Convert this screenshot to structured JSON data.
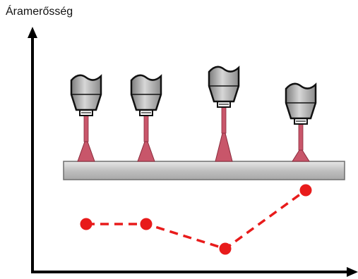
{
  "diagram": {
    "y_axis_label": "Áramerősség",
    "colors": {
      "axis": "#000000",
      "plate": "#bdbdbd",
      "torch": "#b9b9b9",
      "electrode": "#c8566a",
      "arc": "#c8566a",
      "curve": "#e81b1b",
      "points": "#e81b1b"
    },
    "chart_data": {
      "type": "line",
      "x": [
        1,
        2,
        3,
        4
      ],
      "y": [
        2,
        2,
        1,
        3
      ],
      "style": "dashed line with markers"
    },
    "torches": [
      {
        "id": "torch-1",
        "arc_length": 2
      },
      {
        "id": "torch-2",
        "arc_length": 2
      },
      {
        "id": "torch-3",
        "arc_length": 3
      },
      {
        "id": "torch-4",
        "arc_length": 1
      }
    ]
  }
}
